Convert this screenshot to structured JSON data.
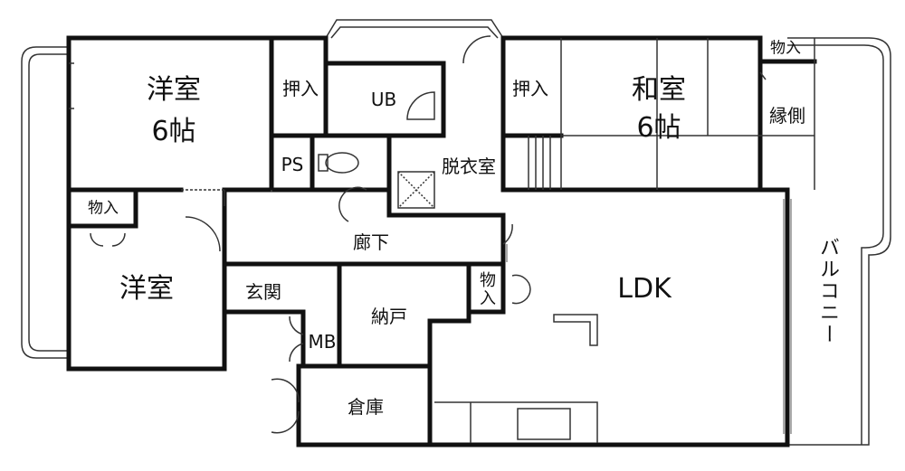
{
  "rooms": {
    "western_room_1": {
      "name": "洋室",
      "size": "6帖"
    },
    "closet_1": "押入",
    "unit_bath": "UB",
    "closet_2": "押入",
    "japanese_room": {
      "name": "和室",
      "size": "6帖"
    },
    "storage_top": "物入",
    "engawa": "縁側",
    "pipe_space": "PS",
    "dressing_room": "脱衣室",
    "storage_left": "物入",
    "hallway": "廊下",
    "western_room_2": "洋室",
    "entrance": "玄関",
    "meter_box": "MB",
    "storeroom": "納戸",
    "storage_mid": "物入",
    "ldk": "LDK",
    "warehouse": "倉庫",
    "balcony": "バルコニー"
  }
}
